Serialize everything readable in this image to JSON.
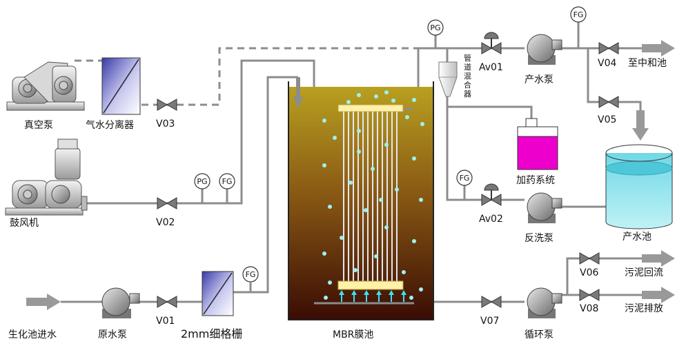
{
  "labels": {
    "vacuum_pump": "真空泵",
    "gas_water_separator": "气水分离器",
    "blower": "鼓风机",
    "v03": "V03",
    "v02": "V02",
    "v01": "V01",
    "raw_water_pump": "原水泵",
    "screen": "2mm细格栅",
    "inflow": "生化池进水",
    "mbr_tank": "MBR膜池",
    "pipe_mixer": [
      "管",
      "道",
      "混",
      "合",
      "器"
    ],
    "pg1": "PG",
    "pg2": "PG",
    "fg1": "FG",
    "fg2": "FG",
    "fg3": "FG",
    "fg4": "FG",
    "av01": "Av01",
    "av02": "Av02",
    "product_pump": "产水泵",
    "v04": "V04",
    "to_neutral_tank": "至中和池",
    "v05": "V05",
    "dosing_system": "加药系统",
    "product_tank": "产水池",
    "backwash_pump": "反洗泵",
    "v06": "V06",
    "sludge_return": "污泥回流",
    "v08": "V08",
    "sludge_discharge": "污泥排放",
    "v07": "V07",
    "circulation_pump": "循环泵"
  },
  "colors": {
    "pipe": "#8c8c8c",
    "arrow": "#999999",
    "dosing_liquid": "#ee00cc",
    "tank_water": "#a8eaf0",
    "module_header": "#fff1a8",
    "bubble": "#9ff0f0",
    "tank_top": "#b8a020",
    "tank_bottom": "#3a0c04"
  }
}
